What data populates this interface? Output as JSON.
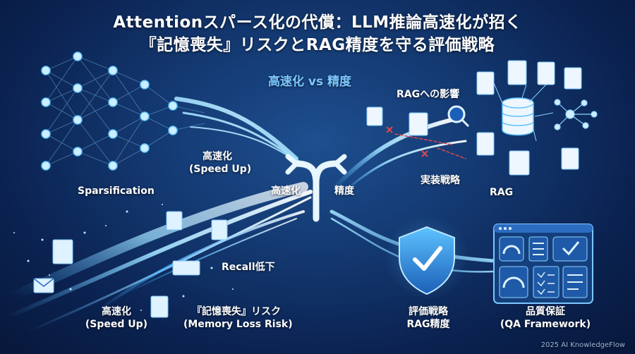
{
  "title": {
    "line1": "Attentionスパース化の代償：LLM推論高速化が招く",
    "line2": "『記憶喪失』リスクとRAG精度を守る評価戦略"
  },
  "subtitle": "高速化 vs 精度",
  "labels": {
    "sparsification": "Sparsification",
    "speed_up_top_ja": "高速化",
    "speed_up_top_en": "(Speed Up)",
    "fork_left": "高速化",
    "fork_right": "精度",
    "rag_impact": "RAGへの影響",
    "impl_strategy": "実装戦略",
    "rag": "RAG",
    "recall_down": "Recall低下",
    "speed_up_bottom_ja": "高速化",
    "speed_up_bottom_en": "(Speed Up)",
    "memory_loss_ja": "『記憶喪失』リスク",
    "memory_loss_en": "(Memory Loss Risk)",
    "eval_strategy": "評価戦略",
    "rag_accuracy": "RAG精度",
    "qa_ja": "品質保証",
    "qa_en": "(QA Framework)"
  },
  "footer": "2025 AI KnowledgeFlow",
  "icons": [
    "neural-network-icon",
    "fork-arrow-icon",
    "document-icon",
    "magnifier-icon",
    "database-icon",
    "network-graph-icon",
    "shield-check-icon",
    "dashboard-icon",
    "mail-icon"
  ],
  "colors": {
    "accent": "#3fa9f5",
    "glow": "#7cd0ff",
    "warning": "#e0474c"
  }
}
